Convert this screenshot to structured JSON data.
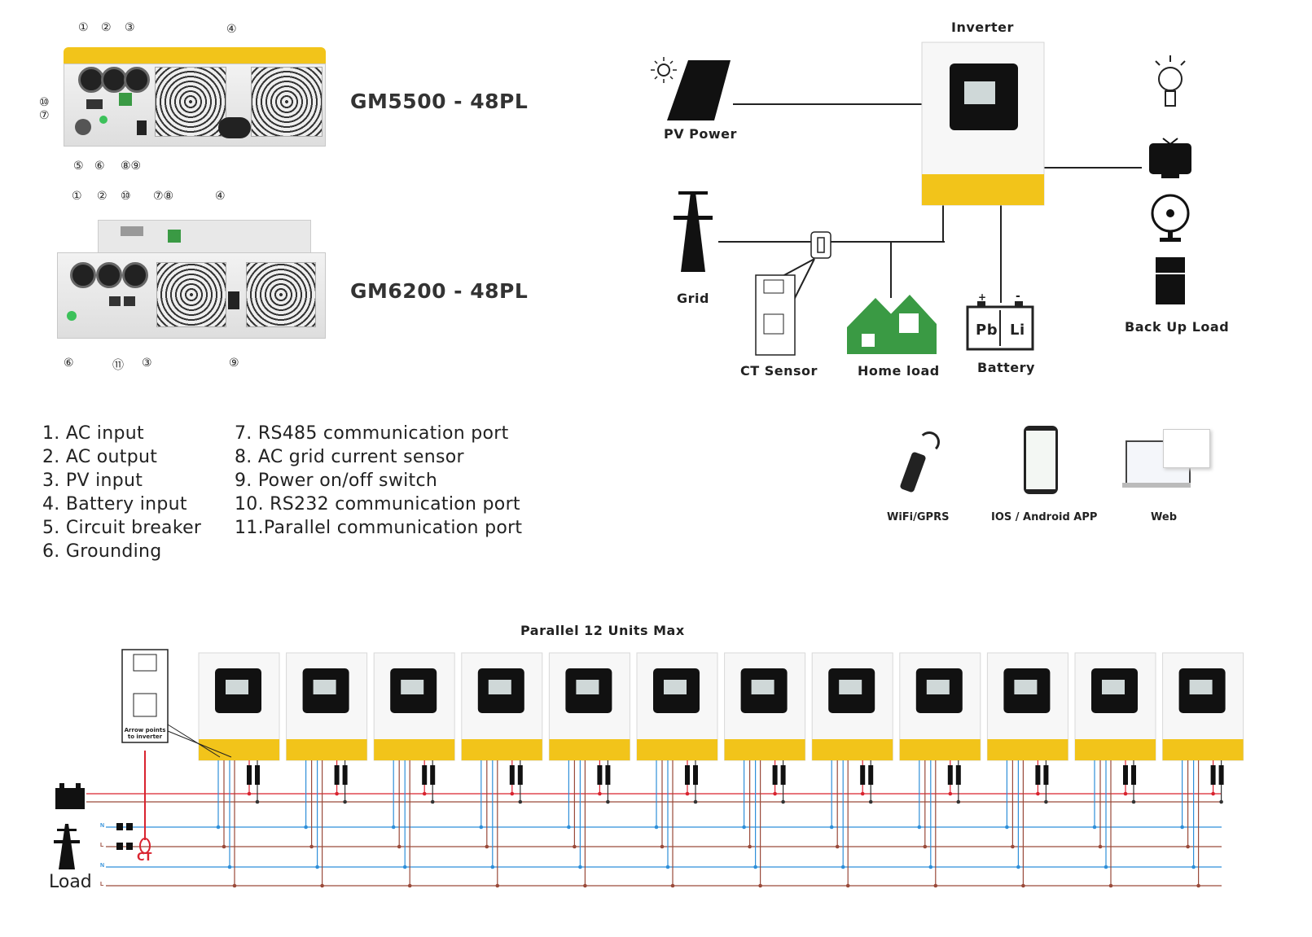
{
  "models": {
    "model1": "GM5500 - 48PL",
    "model2": "GM6200 - 48PL"
  },
  "callouts": {
    "m1_top": [
      "①",
      "②",
      "③",
      "④"
    ],
    "m1_left": [
      "⑩",
      "⑦"
    ],
    "m1_bottom": [
      "⑤",
      "⑥",
      "⑧⑨"
    ],
    "m2_top": [
      "①",
      "②",
      "⑩",
      "⑦⑧",
      "④"
    ],
    "m2_bottom": [
      "⑥",
      "⑪",
      "③",
      "⑨"
    ]
  },
  "legend": {
    "left": [
      "1. AC input",
      "2. AC output",
      "3. PV input",
      "4. Battery input",
      "5. Circuit breaker",
      "6. Grounding"
    ],
    "right": [
      "7. RS485 communication port",
      "8. AC grid current sensor",
      "9. Power on/off switch",
      "10. RS232 communication port",
      "11.Parallel communication port"
    ]
  },
  "system": {
    "inverter": "Inverter",
    "pv": "PV Power",
    "grid": "Grid",
    "ct_sensor": "CT Sensor",
    "home_load": "Home load",
    "battery": "Battery",
    "battery_pb": "Pb",
    "battery_li": "Li",
    "battery_plus": "+",
    "battery_minus": "-",
    "backup_load": "Back Up Load"
  },
  "monitoring": {
    "wifi": "WiFi/GPRS",
    "app": "IOS / Android APP",
    "web": "Web"
  },
  "parallel": {
    "title": "Parallel 12 Units Max",
    "ct_label": "CT",
    "load_label": "Load",
    "arrow_note": "Arrow points to inverter",
    "line_labels": [
      "N",
      "L",
      "N",
      "L"
    ]
  },
  "colors": {
    "inverter_yellow": "#f2c41a",
    "wire_red": "#d9232f",
    "wire_blue": "#2f8fd9",
    "wire_brown": "#9a4a3a",
    "house_green": "#3a9a44"
  }
}
